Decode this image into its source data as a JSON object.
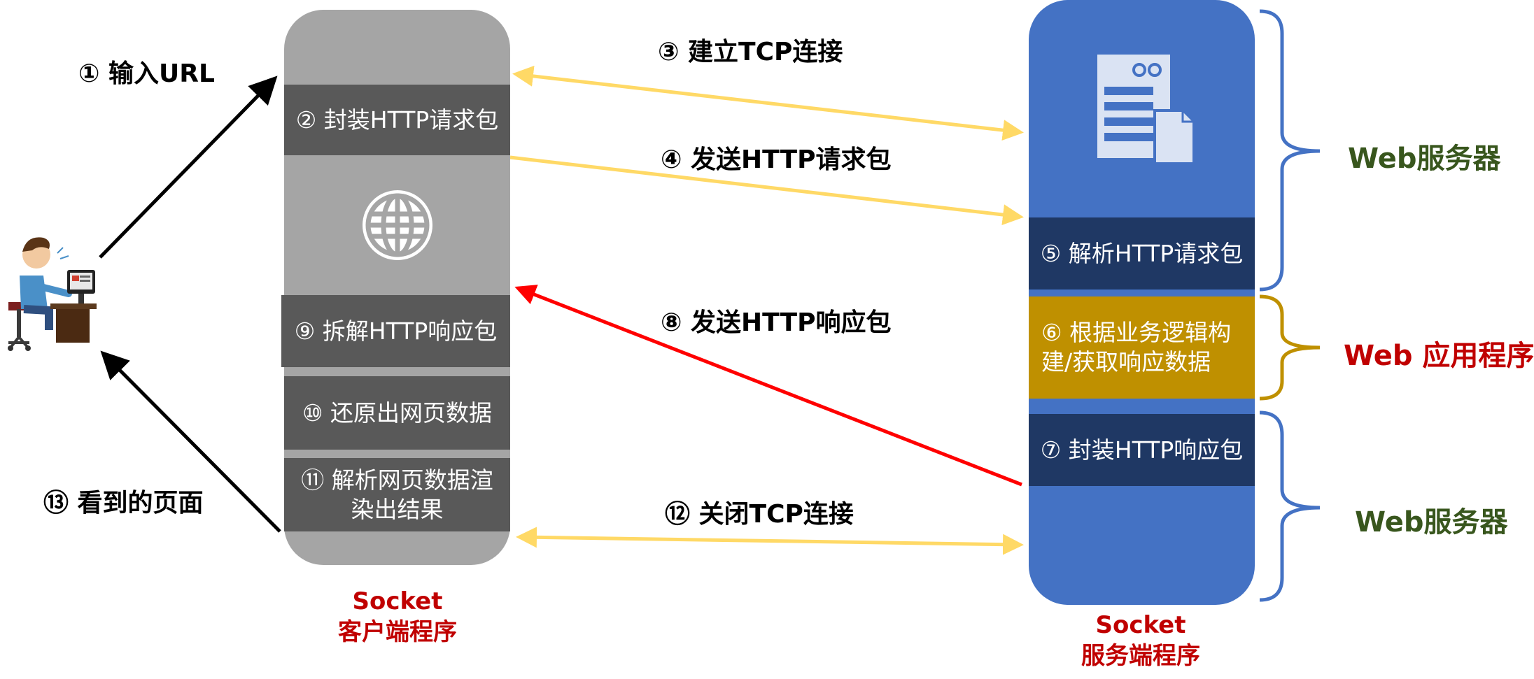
{
  "steps": {
    "s1": "① 输入URL",
    "s2": "② 封装HTTP请求包",
    "s3": "③  建立TCP连接",
    "s4": "④  发送HTTP请求包",
    "s5": "⑤ 解析HTTP请求包",
    "s6_line1": "⑥ 根据业务逻辑构",
    "s6_line2": "建/获取响应数据",
    "s7": "⑦ 封装HTTP响应包",
    "s8": "⑧ 发送HTTP响应包",
    "s9": "⑨ 拆解HTTP响应包",
    "s10": "⑩ 还原出网页数据",
    "s11_line1": "⑪ 解析网页数据渲",
    "s11_line2": "染出结果",
    "s12": "⑫ 关闭TCP连接",
    "s13": "⑬ 看到的页面"
  },
  "side_labels": {
    "web_server_top": "Web服务器",
    "web_app": "Web 应用程序",
    "web_server_bottom": "Web服务器"
  },
  "captions": {
    "client_line1": "Socket",
    "client_line2": "客户端程序",
    "server_line1": "Socket",
    "server_line2": "服务端程序"
  },
  "icons": {
    "user": "user-at-computer-icon",
    "globe": "globe-icon",
    "server": "server-document-icon"
  },
  "colors": {
    "client_column": "#a5a5a5",
    "client_block": "#595959",
    "server_column": "#4472c4",
    "server_block": "#1f3864",
    "app_block": "#bf9000",
    "tcp_arrow": "#ffd966",
    "response_arrow": "#ff0000",
    "user_arrow": "#000000",
    "bracket_blue": "#4472c4",
    "bracket_gold": "#bf9000",
    "label_green": "#38561d",
    "label_red": "#c00000"
  }
}
